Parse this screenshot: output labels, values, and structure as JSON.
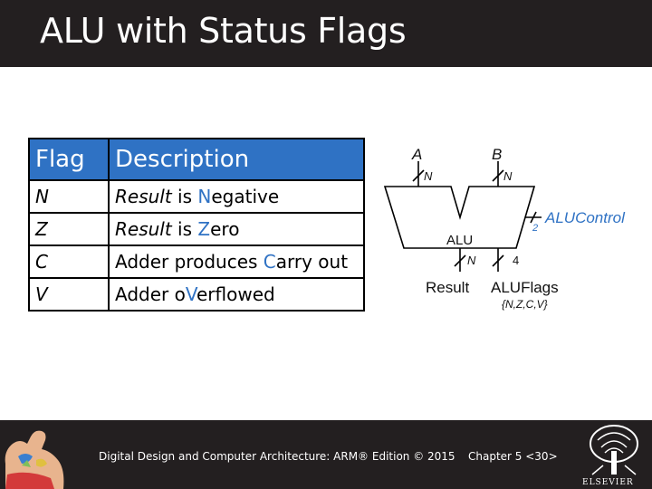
{
  "slide": {
    "title": "ALU with Status Flags"
  },
  "table": {
    "headers": [
      "Flag",
      "Description"
    ],
    "rows": [
      {
        "flag": "N",
        "pre": "Result",
        "mid": " is ",
        "key": "N",
        "post": "egative"
      },
      {
        "flag": "Z",
        "pre": "Result",
        "mid": " is ",
        "key": "Z",
        "post": "ero"
      },
      {
        "flag": "C",
        "pre": "Adder produces ",
        "mid": "",
        "key": "C",
        "post": "arry out"
      },
      {
        "flag": "V",
        "pre": "Adder o",
        "mid": "",
        "key": "V",
        "post": "erflowed"
      }
    ]
  },
  "diagram": {
    "input_a": "A",
    "input_b": "B",
    "width_a": "N",
    "width_b": "N",
    "alu_label": "ALU",
    "control_label": "ALUControl",
    "control_width": "2",
    "result_label": "Result",
    "result_width": "N",
    "flags_label": "ALUFlags",
    "flags_width": "4",
    "flags_members": "{N,Z,C,V}"
  },
  "footer": {
    "book": "Digital Design and Computer Architecture: ARM® Edition © 2015",
    "chapter": "Chapter 5 <30>",
    "publisher": "ELSEVIER"
  },
  "colors": {
    "title_bar": "#231f20",
    "header_blue": "#2f72c4",
    "control_blue": "#2f72c4"
  }
}
